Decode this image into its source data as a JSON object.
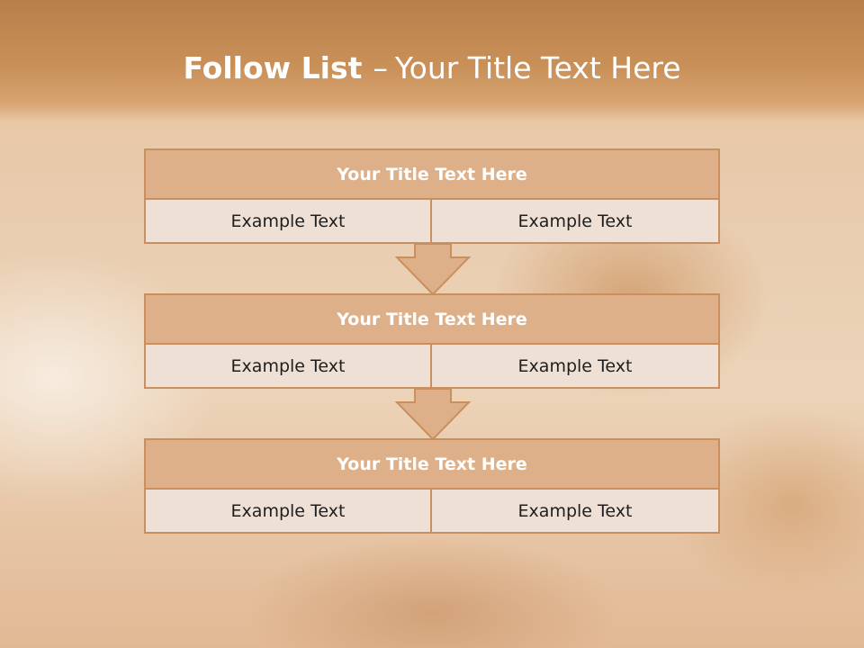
{
  "slide": {
    "title_bold": "Follow List",
    "title_sep": "–",
    "title_rest": "Your Title Text Here"
  },
  "blocks": [
    {
      "header": "Your Title Text Here",
      "left": "Example Text",
      "right": "Example Text"
    },
    {
      "header": "Your Title Text Here",
      "left": "Example Text",
      "right": "Example Text"
    },
    {
      "header": "Your Title Text Here",
      "left": "Example Text",
      "right": "Example Text"
    }
  ],
  "colors": {
    "header_fill": "#ddb08a",
    "border": "#c98f5c",
    "cell_fill": "#efe0d6",
    "title_band": "#c99058"
  }
}
